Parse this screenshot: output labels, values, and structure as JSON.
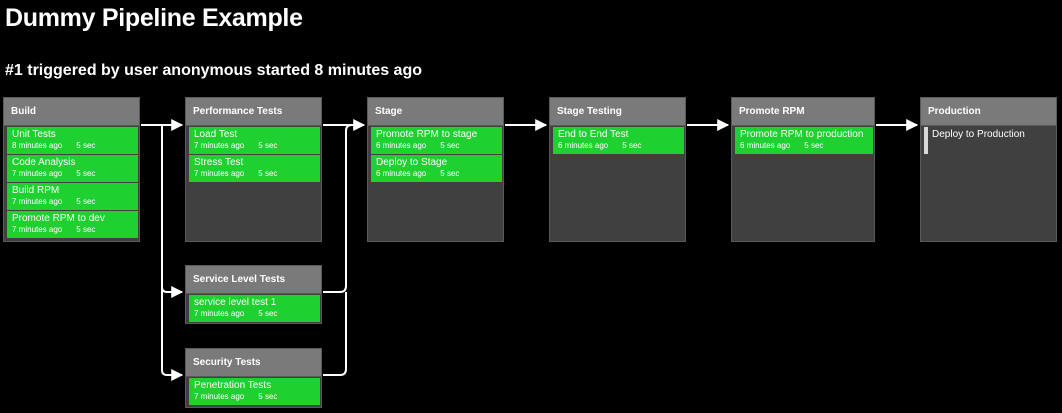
{
  "page": {
    "title": "Dummy Pipeline Example",
    "subtitle": "#1 triggered by user anonymous started 8 minutes ago"
  },
  "stages": {
    "build": {
      "name": "Build",
      "tasks": [
        {
          "name": "Unit Tests",
          "started": "8 minutes ago",
          "duration": "5 sec"
        },
        {
          "name": "Code Analysis",
          "started": "7 minutes ago",
          "duration": "5 sec"
        },
        {
          "name": "Build RPM",
          "started": "7 minutes ago",
          "duration": "5 sec"
        },
        {
          "name": "Promote RPM to dev",
          "started": "7 minutes ago",
          "duration": "5 sec"
        }
      ]
    },
    "performance": {
      "name": "Performance Tests",
      "tasks": [
        {
          "name": "Load Test",
          "started": "7 minutes ago",
          "duration": "5 sec"
        },
        {
          "name": "Stress Test",
          "started": "7 minutes ago",
          "duration": "5 sec"
        }
      ]
    },
    "service_level": {
      "name": "Service Level Tests",
      "tasks": [
        {
          "name": "service level test 1",
          "started": "7 minutes ago",
          "duration": "5 sec"
        }
      ]
    },
    "security": {
      "name": "Security Tests",
      "tasks": [
        {
          "name": "Penetration Tests",
          "started": "7 minutes ago",
          "duration": "5 sec"
        }
      ]
    },
    "stage": {
      "name": "Stage",
      "tasks": [
        {
          "name": "Promote RPM to stage",
          "started": "6 minutes ago",
          "duration": "5 sec"
        },
        {
          "name": "Deploy to Stage",
          "started": "6 minutes ago",
          "duration": "5 sec"
        }
      ]
    },
    "stage_testing": {
      "name": "Stage Testing",
      "tasks": [
        {
          "name": "End to End Test",
          "started": "6 minutes ago",
          "duration": "5 sec"
        }
      ]
    },
    "promote_rpm": {
      "name": "Promote RPM",
      "tasks": [
        {
          "name": "Promote RPM to production",
          "started": "6 minutes ago",
          "duration": "5 sec"
        }
      ]
    },
    "production": {
      "name": "Production",
      "tasks": [
        {
          "name": "Deploy to Production"
        }
      ]
    }
  },
  "colors": {
    "success": "#1fd130",
    "stage_header": "#7a7a7a",
    "stage_body": "#404040",
    "background": "#000000",
    "connector": "#ffffff"
  }
}
